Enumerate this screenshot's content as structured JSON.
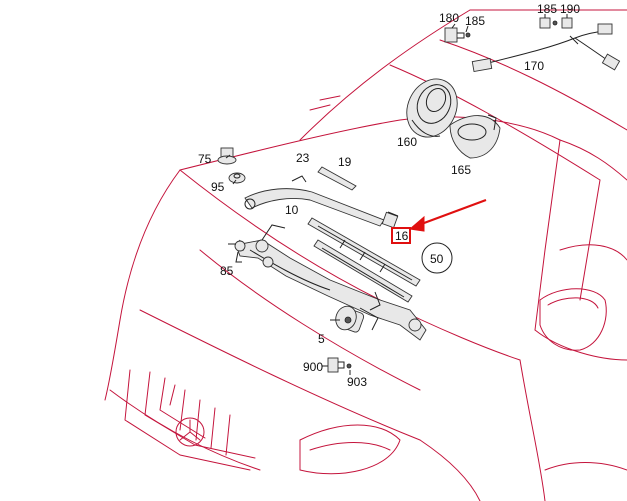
{
  "part_labels": {
    "p5": "5",
    "p10": "10",
    "p16": "16",
    "p19": "19",
    "p23": "23",
    "p50": "50",
    "p75": "75",
    "p85": "85",
    "p95": "95",
    "p160": "160",
    "p165": "165",
    "p170": "170",
    "p180": "180",
    "p185a": "185",
    "p185b": "185",
    "p190": "190",
    "p900": "900",
    "p903": "903"
  },
  "colors": {
    "vehicle_outline": "#c4143c",
    "highlight": "#e01010"
  }
}
